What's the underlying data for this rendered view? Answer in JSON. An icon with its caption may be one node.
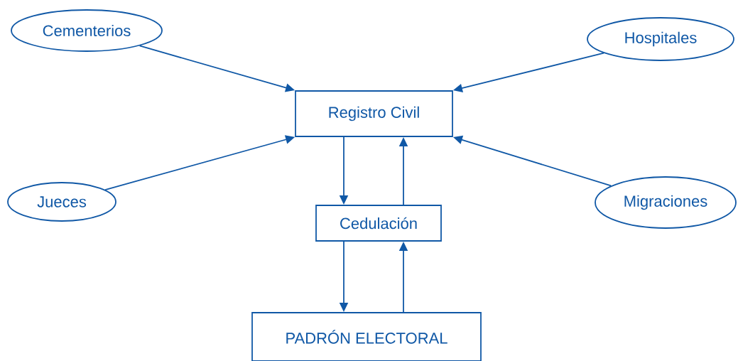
{
  "diagram": {
    "nodes": [
      {
        "text": [
          "Cementerios"
        ]
      },
      {
        "text": [
          "Hospitales"
        ]
      },
      {
        "text": [
          "Registro Civil"
        ]
      },
      {
        "text": [
          "Jueces"
        ]
      },
      {
        "text": [
          "Migraciones"
        ]
      },
      {
        "text": [
          "Cedulación"
        ]
      },
      {
        "text": [
          "PADRÓN ELECTORAL"
        ]
      }
    ],
    "edges": [
      {
        "from": 0,
        "to": 2,
        "arrow": "to"
      },
      {
        "from": 1,
        "to": 2,
        "arrow": "to"
      },
      {
        "from": 3,
        "to": 2,
        "arrow": "to"
      },
      {
        "from": 4,
        "to": 2,
        "arrow": "to"
      },
      {
        "from": 2,
        "to": 5,
        "arrow": "to"
      },
      {
        "from": 5,
        "to": 2,
        "arrow": "to"
      },
      {
        "from": 5,
        "to": 6,
        "arrow": "to"
      },
      {
        "from": 6,
        "to": 5,
        "arrow": "to"
      }
    ]
  }
}
